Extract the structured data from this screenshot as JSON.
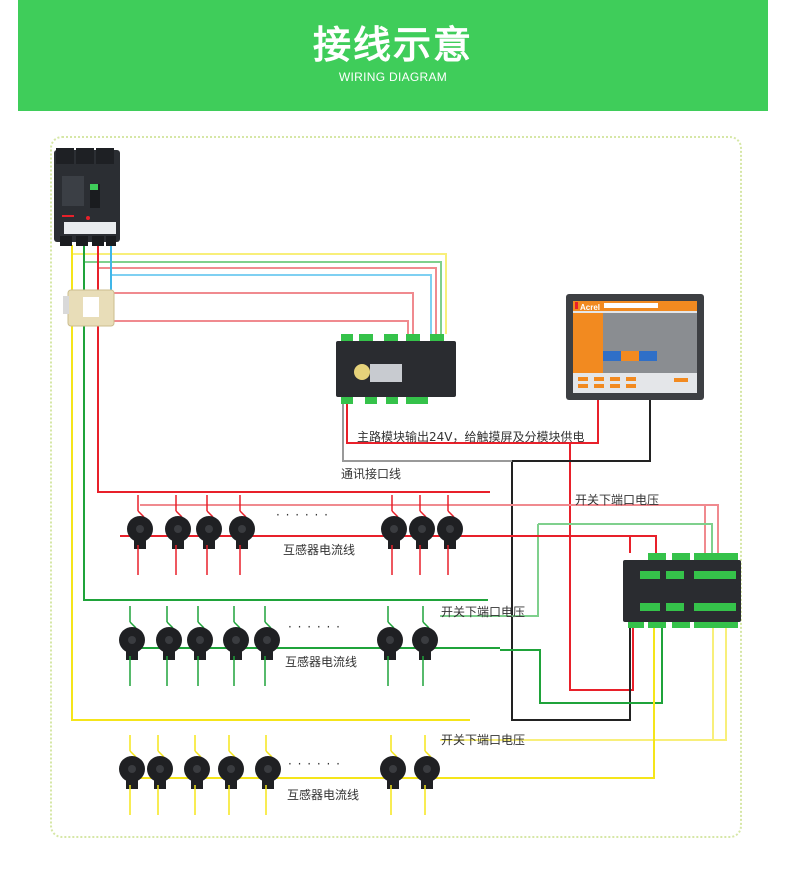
{
  "header": {
    "title": "接线示意",
    "subtitle": "WIRING DIAGRAM",
    "background_color": "#3fcd5a"
  },
  "devices": {
    "breaker": {
      "name": "molded-case-circuit-breaker"
    },
    "main_ct": {
      "name": "main-current-transformer"
    },
    "main_module": {
      "name": "main-circuit-module"
    },
    "touch_screen": {
      "name": "touch-screen",
      "brand": "Acrel"
    },
    "branch_module": {
      "name": "branch-module"
    }
  },
  "labels": {
    "power_supply": "主路模块输出24V，给触摸屏及分模块供电",
    "comm_line": "通讯接口线",
    "switch_voltage_1": "开关下端口电压",
    "switch_voltage_2": "开关下端口电压",
    "switch_voltage_3": "开关下端口电压",
    "ct_current_1": "互感器电流线",
    "ct_current_2": "互感器电流线",
    "ct_current_3": "互感器电流线",
    "ellipsis": "· · · · · ·"
  },
  "wire_colors": {
    "phase_a": "#f5e51a",
    "phase_b": "#1fa33a",
    "phase_c": "#e8202a",
    "neutral": "#3fb6e8",
    "comm": "#222222",
    "comm_gray": "#999999"
  },
  "ct_rows": [
    {
      "phase": "C",
      "color": "#e8202a",
      "count_left": 4,
      "count_right": 3
    },
    {
      "phase": "B",
      "color": "#1fa33a",
      "count_left": 5,
      "count_right": 2
    },
    {
      "phase": "A",
      "color": "#f5e51a",
      "count_left": 5,
      "count_right": 2
    }
  ]
}
